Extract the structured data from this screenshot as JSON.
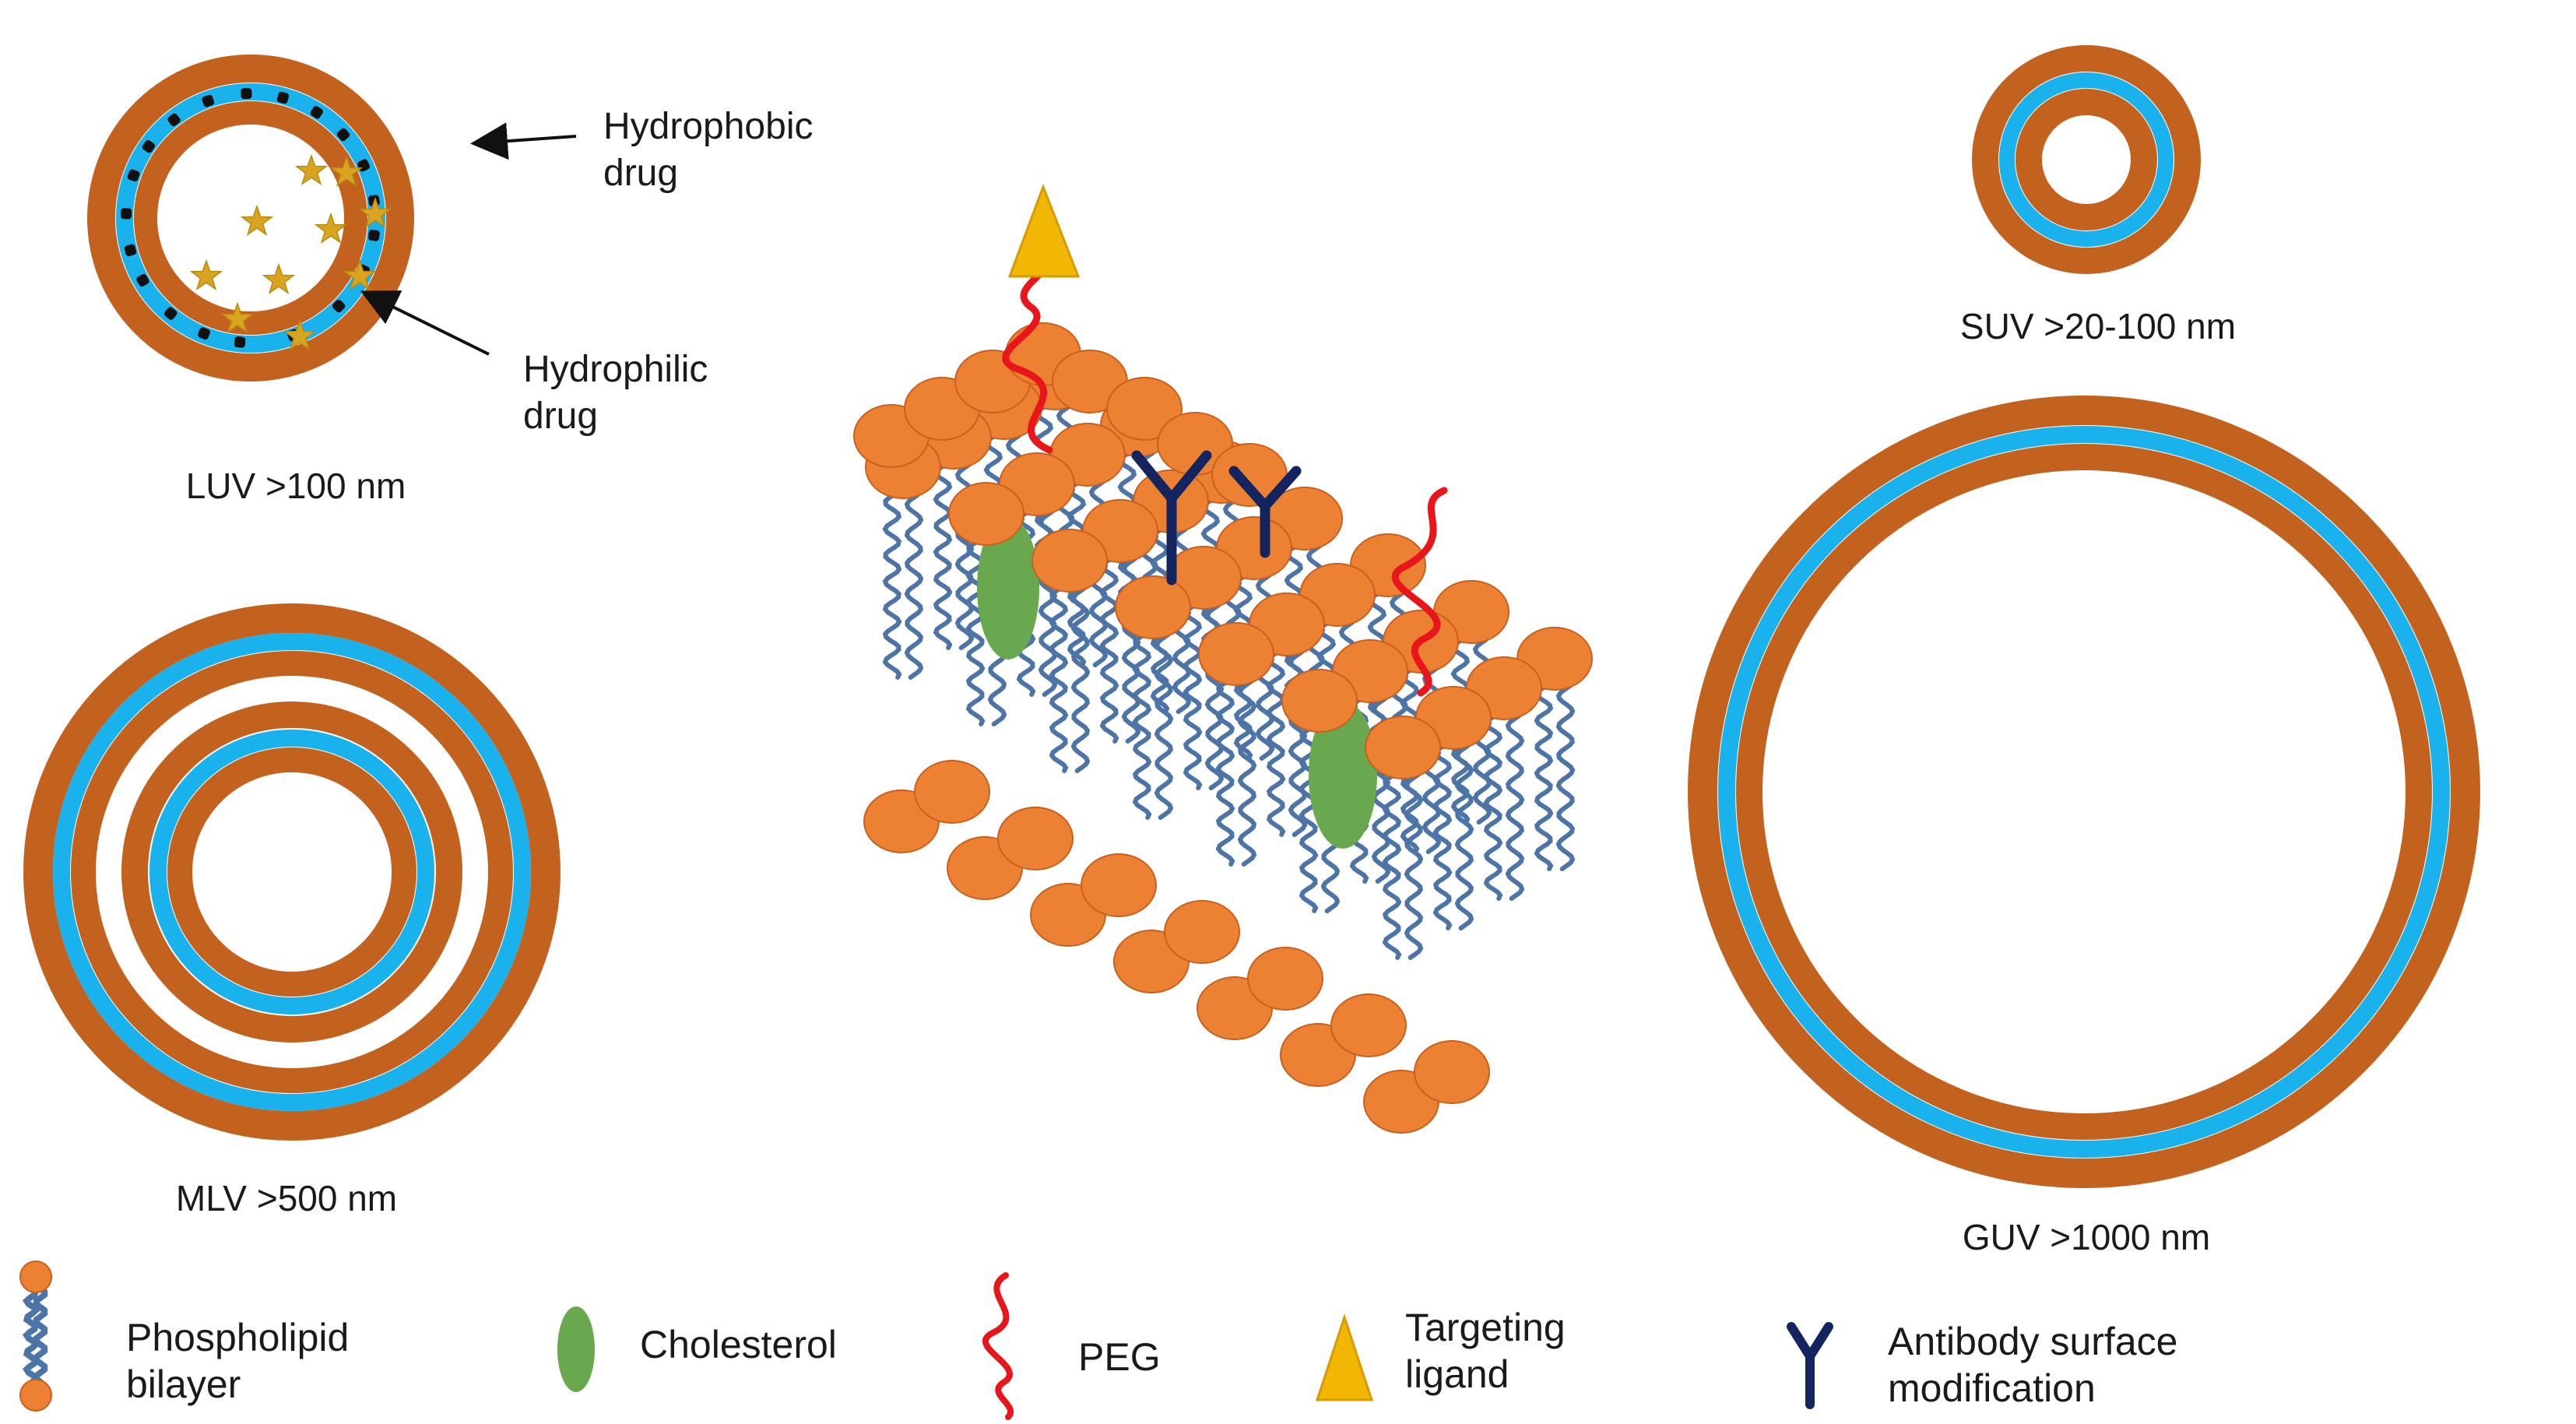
{
  "colors": {
    "brown": "#c3621f",
    "blue": "#19b2ec",
    "orange": "#ec8133",
    "orange_stroke": "#c9601e",
    "tail": "#4d74a6",
    "green": "#6aa84f",
    "peg": "#e8161b",
    "ligand": "#f2b705",
    "antibody": "#13245f",
    "drug_star": "#d9a521",
    "dot": "#111111"
  },
  "labels": {
    "luv": "LUV >100 nm",
    "suv": "SUV >20-100 nm",
    "mlv": "MLV >500 nm",
    "guv": "GUV >1000 nm",
    "hydrophobic_line1": "Hydrophobic",
    "hydrophobic_line2": "drug",
    "hydrophilic_line1": "Hydrophilic",
    "hydrophilic_line2": "drug"
  },
  "legend": {
    "phospholipid_line1": "Phospholipid",
    "phospholipid_line2": "bilayer",
    "cholesterol": "Cholesterol",
    "peg": "PEG",
    "ligand_line1": "Targeting",
    "ligand_line2": "ligand",
    "antibody_line1": "Antibody surface",
    "antibody_line2": "modification"
  },
  "icons": {
    "star": "drug-star-icon",
    "dot": "hydrophobic-dot-icon",
    "head": "lipid-head-icon",
    "cholesterol": "cholesterol-icon",
    "peg": "peg-icon",
    "ligand": "ligand-icon",
    "antibody": "antibody-icon"
  }
}
